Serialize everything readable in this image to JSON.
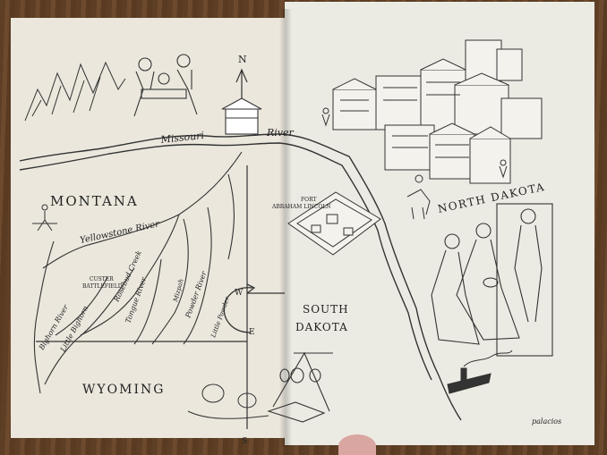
{
  "labels": {
    "compass_north": "N",
    "missouri": "Missouri",
    "river": "River",
    "montana": "MONTANA",
    "fort_line1": "FORT",
    "fort_line2": "ABRAHAM LINCOLN",
    "north_dakota": "NORTH DAKOTA",
    "yellowstone": "Yellowstone River",
    "custer_line1": "CUSTER",
    "custer_line2": "BATTLEFIELD",
    "rosebud": "Rosebud Creek",
    "tongue": "Tongue River",
    "mizpah": "Mizpah",
    "powder": "Powder River",
    "little_powder": "Little Powder",
    "bighorn": "Bighorn River",
    "little_bighorn": "Little Bighorn",
    "compass_west": "W",
    "compass_east": "E",
    "south_line1": "SOUTH",
    "south_line2": "DAKOTA",
    "wyoming": "WYOMING",
    "compass_south": "S",
    "signature": "palacios"
  },
  "colors": {
    "ink": "#222222",
    "paper_left": "#ebe7dd",
    "paper_right": "#ecebe3",
    "table": "#6b4a2e"
  }
}
